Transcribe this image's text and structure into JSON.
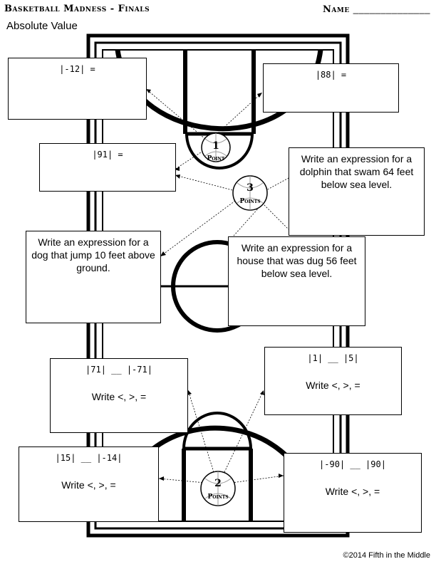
{
  "header": {
    "title": "Basketball Madness - Finals",
    "name_label": "Name",
    "name_blank": "______________",
    "subtitle": "Absolute Value"
  },
  "badges": {
    "one": {
      "number": "1",
      "label": "Point"
    },
    "three": {
      "number": "3",
      "label": "Points"
    },
    "two": {
      "number": "2",
      "label": "Points"
    }
  },
  "boxes": {
    "b1": {
      "question": "|-12| ="
    },
    "b2": {
      "question": "|88| ="
    },
    "b3": {
      "question": "|91| ="
    },
    "b4": {
      "question": "Write an expression for a dolphin that swam 64 feet below sea level."
    },
    "b5": {
      "question": "Write an expression for a dog that jump 10 feet above ground."
    },
    "b6": {
      "question": "Write an expression for a house that was dug 56 feet below sea level."
    },
    "b7": {
      "question": "|71| __ |-71|",
      "instruction": "Write <, >, ="
    },
    "b8": {
      "question": "|1| __ |5|",
      "instruction": "Write <, >, ="
    },
    "b9": {
      "question": "|15| __ |-14|",
      "instruction": "Write <, >, ="
    },
    "b10": {
      "question": "|-90| __ |90|",
      "instruction": "Write <, >, ="
    }
  },
  "footer": "©2014 Fifth in the Middle"
}
